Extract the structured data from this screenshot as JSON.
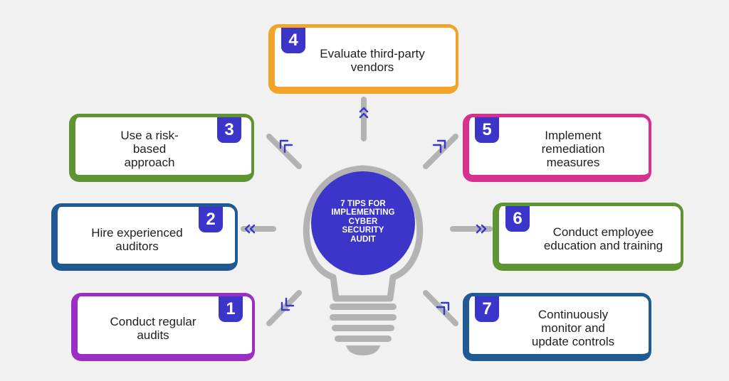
{
  "center": {
    "lines": [
      "7 TIPS FOR",
      "IMPLEMENTING",
      "CYBER",
      "SECURITY",
      "AUDIT"
    ]
  },
  "colors": {
    "background": "#f1f1f1",
    "badge": "#3b35c9",
    "center_circle": "#3b35c9",
    "bulb_outline": "#b3b3b3",
    "connector": "#b3b3b3",
    "purple": "#9b2fc3",
    "blue": "#1f5a93",
    "green": "#5e9431",
    "orange": "#f2a32a",
    "pink": "#d6328d"
  },
  "tips": [
    {
      "number": "1",
      "lines": [
        "Conduct regular",
        "audits"
      ],
      "color": "#9b2fc3"
    },
    {
      "number": "2",
      "lines": [
        "Hire experienced",
        "auditors"
      ],
      "color": "#1f5a93"
    },
    {
      "number": "3",
      "lines": [
        "Use a risk-",
        "based",
        "approach"
      ],
      "color": "#5e9431"
    },
    {
      "number": "4",
      "lines": [
        "Evaluate third-party",
        "vendors"
      ],
      "color": "#f2a32a"
    },
    {
      "number": "5",
      "lines": [
        "Implement",
        "remediation",
        "measures"
      ],
      "color": "#d6328d"
    },
    {
      "number": "6",
      "lines": [
        "Conduct employee",
        "education and training"
      ],
      "color": "#5e9431"
    },
    {
      "number": "7",
      "lines": [
        "Continuously",
        "monitor and",
        "update controls"
      ],
      "color": "#1f5a93"
    }
  ]
}
